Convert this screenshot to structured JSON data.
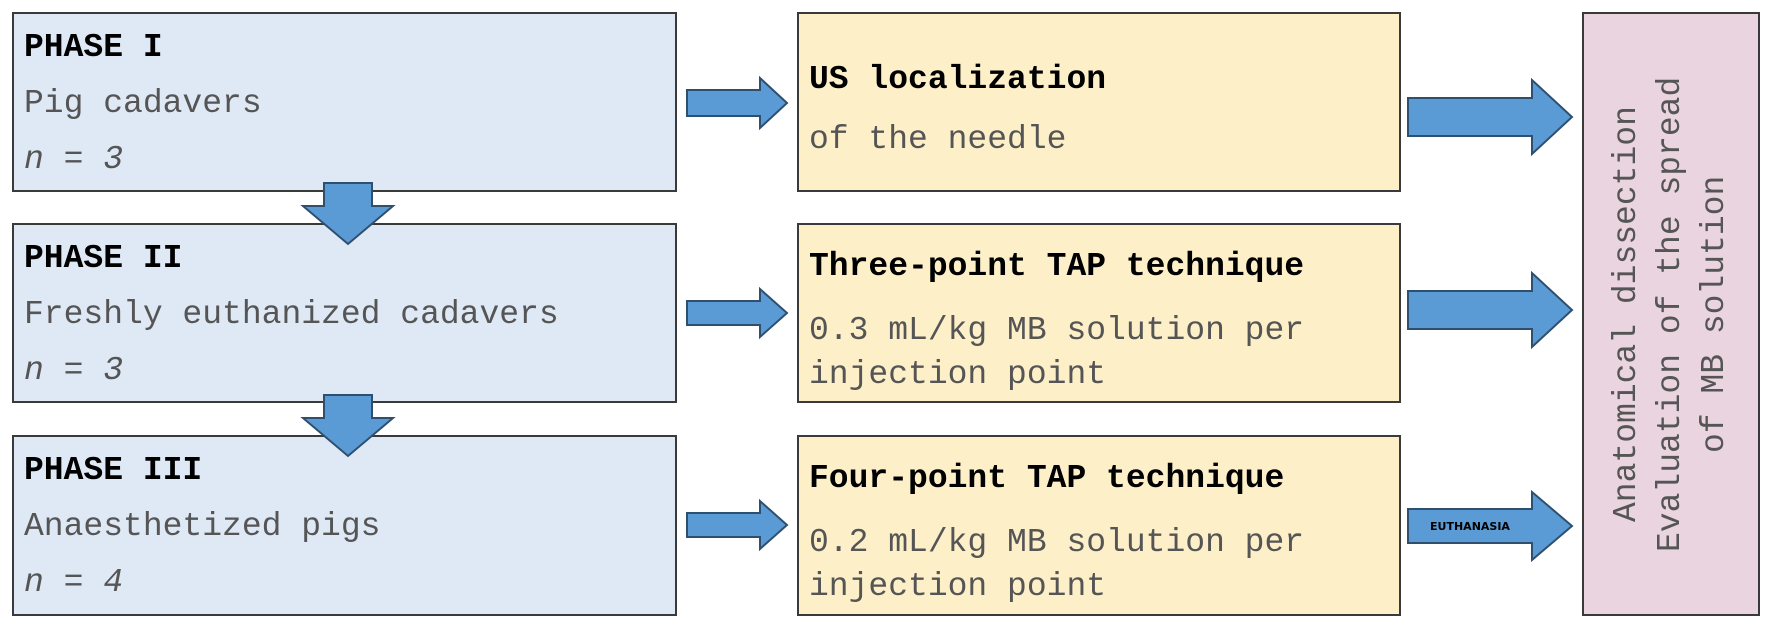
{
  "phases": [
    {
      "title": "PHASE I",
      "subject": "Pig cadavers",
      "n": "n = 3"
    },
    {
      "title": "PHASE II",
      "subject": "Freshly euthanized cadavers",
      "n": "n = 3"
    },
    {
      "title": "PHASE III",
      "subject": "Anaesthetized pigs",
      "n": "n = 4"
    }
  ],
  "methods": [
    {
      "title": "US localization",
      "detail": "of the needle"
    },
    {
      "title": "Three-point TAP technique",
      "detail": "0.3 mL/kg MB solution per\ninjection point"
    },
    {
      "title": "Four-point TAP technique",
      "detail": "0.2 mL/kg MB solution per\ninjection point"
    }
  ],
  "outcome": {
    "text": "Anatomical dissection\nEvaluation of the spread\nof MB solution"
  },
  "euthanasia_label": "EUTHANASIA",
  "colors": {
    "phase_fill": "#dfe9f6",
    "method_fill": "#fdf0c9",
    "outcome_fill": "#e9d4e0",
    "arrow_fill": "#5b9bd5",
    "arrow_stroke": "#2f4f6f"
  }
}
